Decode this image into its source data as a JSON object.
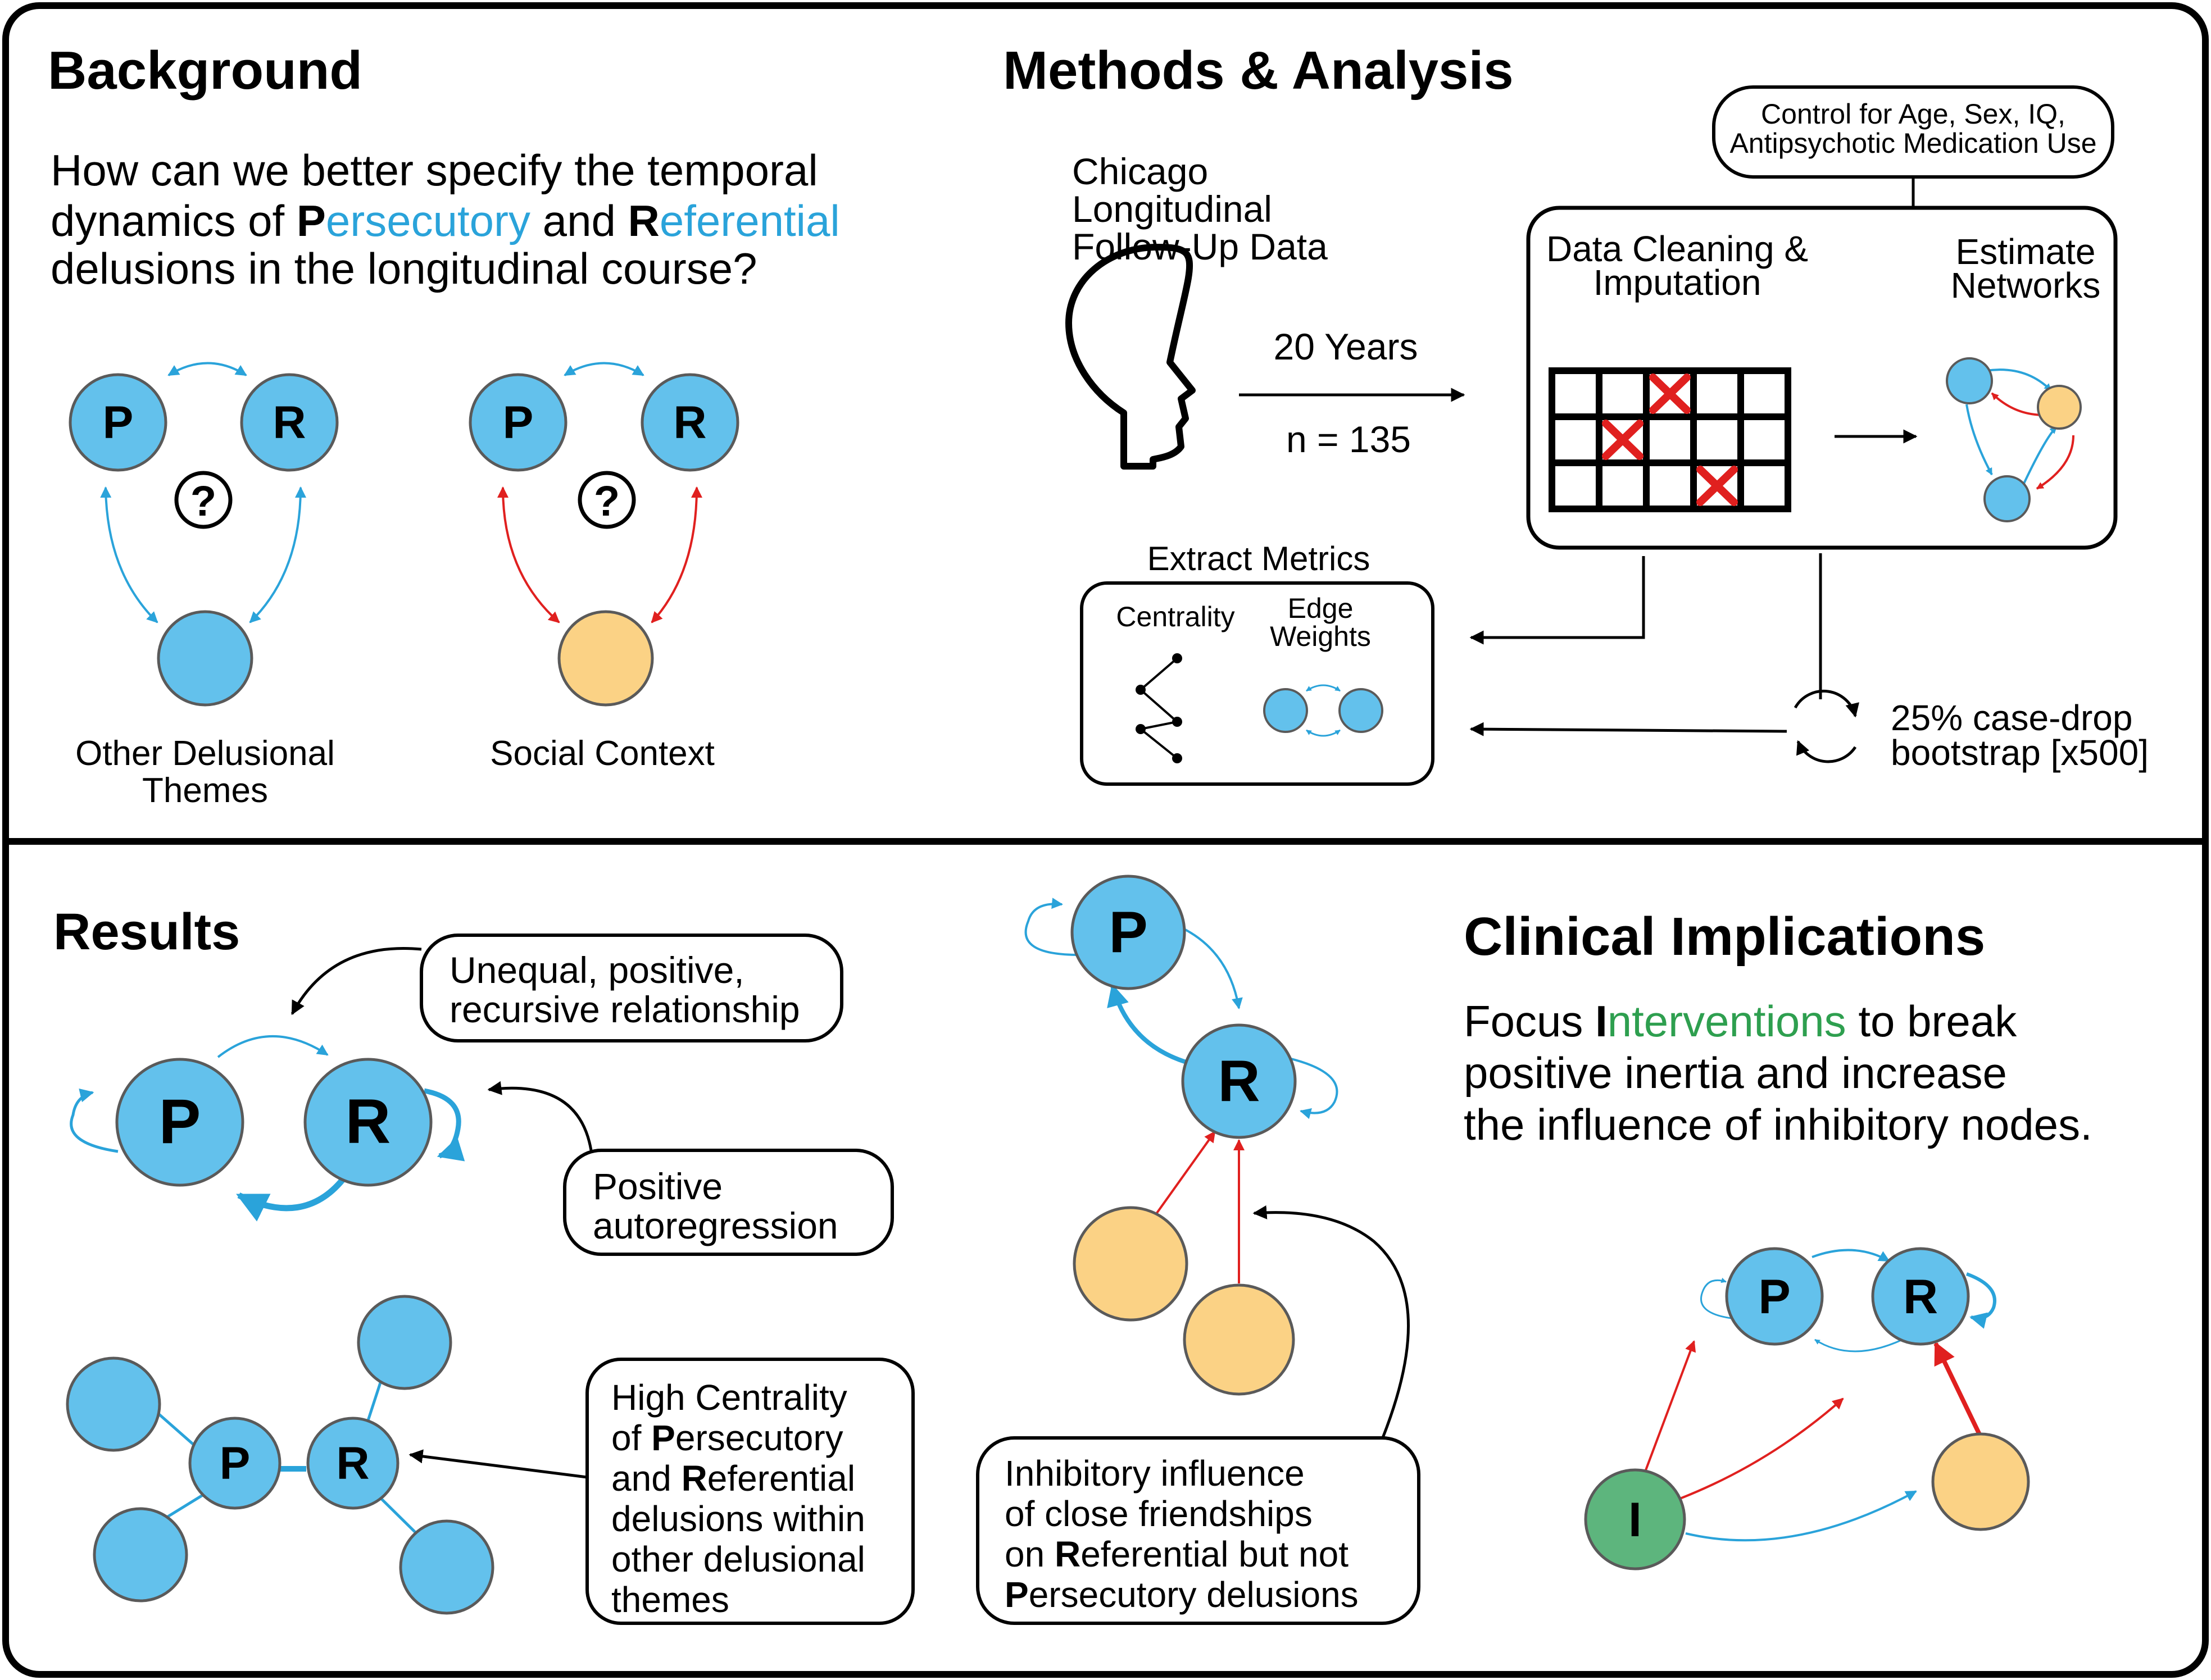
{
  "colors": {
    "blue_node": "#63C1EC",
    "blue_arrow": "#2AA3DA",
    "red_arrow": "#E0201F",
    "orange_node": "#FBD285",
    "green_node": "#5DB57D",
    "green_text": "#2E9F4F",
    "node_stroke": "#5A5A5A"
  },
  "icons": [
    "head-profile-icon",
    "bootstrap-cycle-icon",
    "missing-data-cross-icon",
    "question-mark-icon"
  ],
  "background": {
    "heading": "Background",
    "question": {
      "line1": "How can we better specify the temporal",
      "line2_a": "dynamics of ",
      "line2_p": "P",
      "line2_p_rest": "ersecutory",
      "line2_and": " and ",
      "line2_r": "R",
      "line2_r_rest": "eferential",
      "line3": "delusions in the longitudinal course?"
    },
    "node_p": "P",
    "node_r": "R",
    "unknown": "?",
    "label_other_line1": "Other Delusional",
    "label_other_line2": "Themes",
    "label_social": "Social Context"
  },
  "methods": {
    "heading": "Methods & Analysis",
    "control_line1": "Control for Age, Sex, IQ,",
    "control_line2": "Antipsychotic Medication Use",
    "data_line1": "Chicago",
    "data_line2": "Longitudinal",
    "data_line3": "Follow-Up Data",
    "years": "20 Years",
    "n": "n = 135",
    "cleaning_line1": "Data Cleaning &",
    "cleaning_line2": "Imputation",
    "estimate_line1": "Estimate",
    "estimate_line2": "Networks",
    "extract": "Extract Metrics",
    "centrality": "Centrality",
    "edge_line1": "Edge",
    "edge_line2": "Weights",
    "bootstrap_line1": "25% case-drop",
    "bootstrap_line2": "bootstrap [x500]"
  },
  "results": {
    "heading": "Results",
    "node_p": "P",
    "node_r": "R",
    "callout1_line1": "Unequal, positive,",
    "callout1_line2": "recursive relationship",
    "callout2_line1": "Positive",
    "callout2_line2": "autoregression",
    "callout3_line1": "High Centrality",
    "callout3_line2_a": "of ",
    "callout3_line2_b": "P",
    "callout3_line2_c": "ersecutory",
    "callout3_line3_a": "and ",
    "callout3_line3_b": "R",
    "callout3_line3_c": "eferential",
    "callout3_line4": "delusions within",
    "callout3_line5": "other delusional",
    "callout3_line6": "themes",
    "callout4_line1": "Inhibitory influence",
    "callout4_line2": "of close friendships",
    "callout4_line3_a": "on ",
    "callout4_line3_b": "R",
    "callout4_line3_c": "eferential but not",
    "callout4_line4_b": "P",
    "callout4_line4_c": "ersecutory delusions"
  },
  "implications": {
    "heading": "Clinical Implications",
    "line1_a": "Focus ",
    "line1_i": "I",
    "line1_i_rest": "nterventions",
    "line1_b": " to break",
    "line2": "positive inertia and increase",
    "line3": "the influence of inhibitory nodes.",
    "node_p": "P",
    "node_r": "R",
    "node_i": "I"
  }
}
